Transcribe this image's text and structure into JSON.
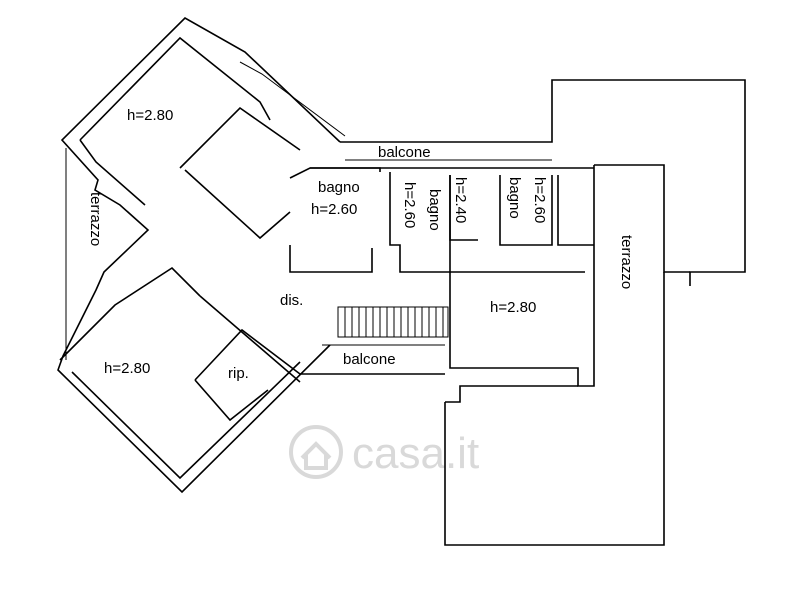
{
  "plan": {
    "rooms": {
      "room_top_left_height": "h=2.80",
      "room_bottom_left_height": "h=2.80",
      "room_center_right_height": "h=2.80",
      "bagno_1": "bagno",
      "bagno_1_height": "h=2.60",
      "bagno_2": "bagno",
      "bagno_2_height": "h=2.60",
      "bagno_3": "bagno",
      "bagno_3_height": "h=2.60",
      "wc_height": "h=2.40",
      "dis": "dis.",
      "rip": "rip."
    },
    "outdoor": {
      "terrazzo_left": "terrazzo",
      "terrazzo_right": "terrazzo",
      "balcone_top": "balcone",
      "balcone_bottom": "balcone"
    },
    "watermark": "casa.it"
  }
}
